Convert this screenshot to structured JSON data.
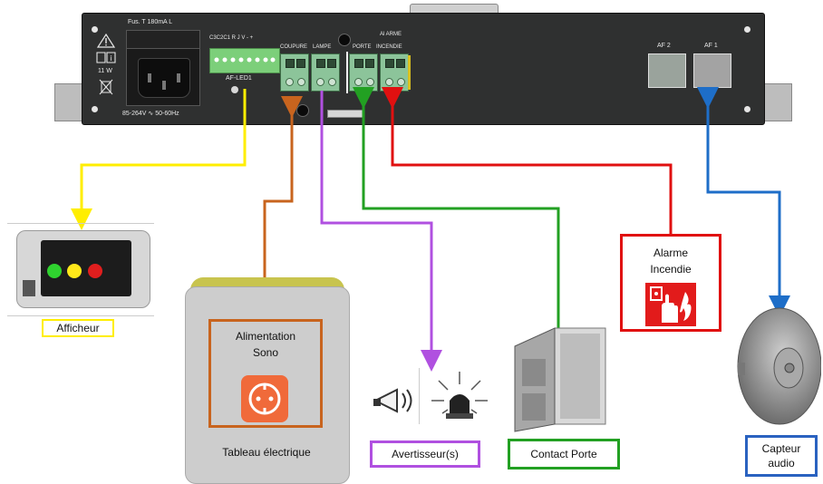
{
  "panel": {
    "fuse_label": "Fus. T 180mA L",
    "power_rating": "11 W",
    "voltage_label": "85-264V ∿ 50-60Hz",
    "led_pins": "C3C2C1 R  J  V  -  +",
    "led_module": "AF-LED1",
    "coupure": "COUPURE",
    "lampe": "LAMPE",
    "porte": "PORTE",
    "alarm_top": "Al ARME",
    "alarm_bottom": "INCENDIE",
    "af2": "AF 2",
    "af1": "AF 1"
  },
  "labels": {
    "afficheur": "Afficheur",
    "alimentation_line1": "Alimentation",
    "alimentation_line2": "Sono",
    "tableau": "Tableau électrique",
    "avertisseur": "Avertisseur(s)",
    "contact_porte": "Contact Porte",
    "alarme_line1": "Alarme",
    "alarme_line2": "Incendie",
    "capteur_line1": "Capteur",
    "capteur_line2": "audio"
  },
  "wire_colors": {
    "afficheur": "#ffee00",
    "alimentation": "#c8641e",
    "avertisseur": "#b050e0",
    "porte": "#22a022",
    "alarme": "#e01010",
    "audio": "#1e6ec8"
  }
}
